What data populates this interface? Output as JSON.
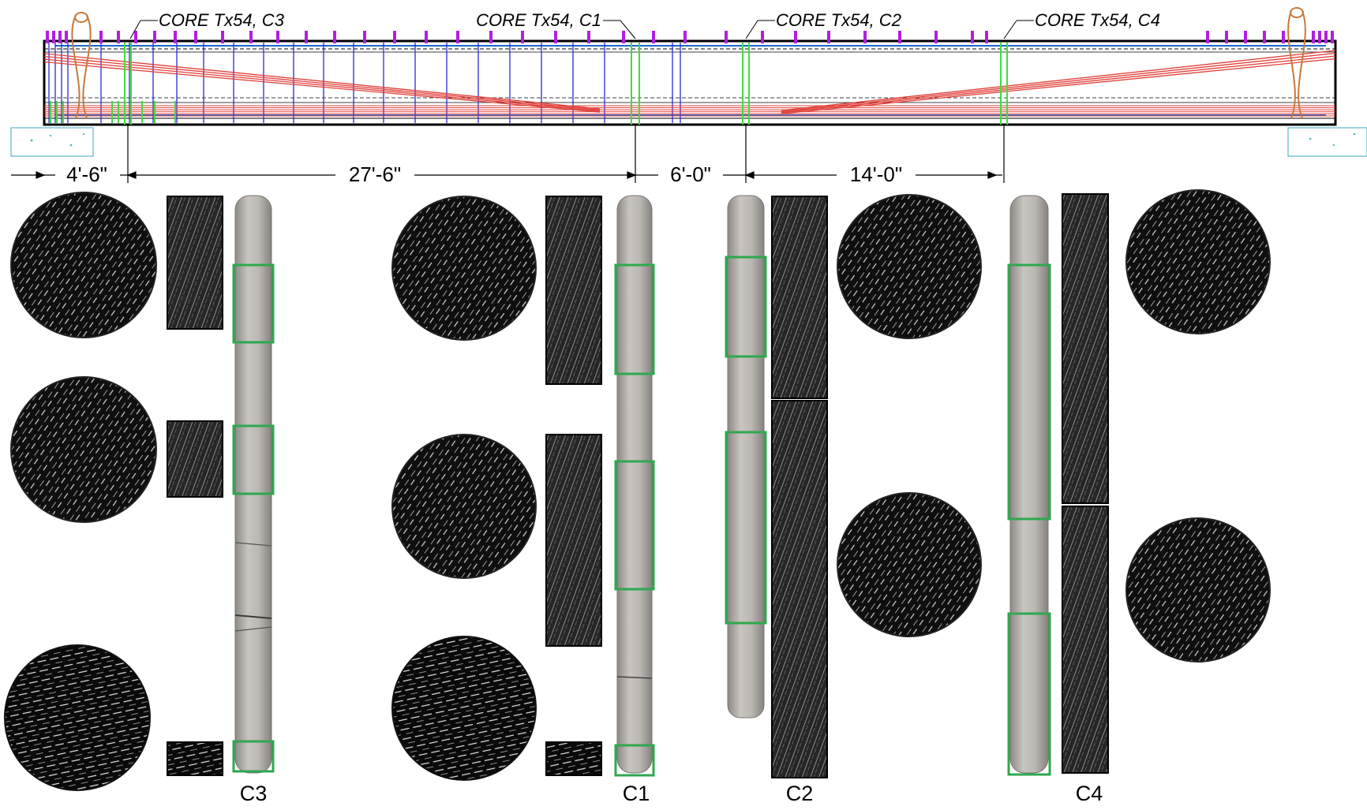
{
  "cores": [
    {
      "id": "c3",
      "callout": "CORE Tx54, C3",
      "label": "C3"
    },
    {
      "id": "c1",
      "callout": "CORE Tx54, C1",
      "label": "C1"
    },
    {
      "id": "c2",
      "callout": "CORE Tx54, C2",
      "label": "C2"
    },
    {
      "id": "c4",
      "callout": "CORE Tx54, C4",
      "label": "C4"
    }
  ],
  "dimensions": [
    "4'-6\"",
    "27'-6\"",
    "6'-0\"",
    "14'-0\""
  ],
  "colors": {
    "strand": "#e0403a",
    "stirrup": "#2828d8",
    "core_marker": "#3fdc3f",
    "top_mark": "#b020e0",
    "anchor": "#c8783a",
    "bearing": "#5ab8c8",
    "window_box": "#2ea84e",
    "ct_dark": "#0c0c0c",
    "core_photo": "#b4b0ac"
  }
}
